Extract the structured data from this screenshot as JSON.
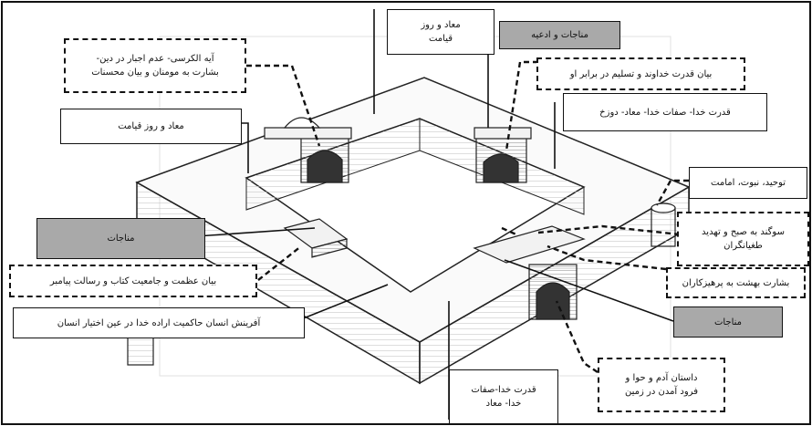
{
  "labels": {
    "maad_ruz_qiamat_top": "معاد و روز\nقیامت",
    "monajat_adiye": "مناجات و ادعیه",
    "ayat_kursi": "آیه الکرسی- عدم اجبار در دین-\nبشارت به مومنان و بیان محسنات",
    "qodrat_khodavand": "بیان قدرت خداوند و تسلیم در برابر او",
    "maad_ruz_qiamat_left": "معاد و روز قیامت",
    "qodrat_sefat_duzakh": "قدرت خدا- صفات خدا- معاد- دوزخ",
    "tohid_nabovat": "توحید، نبوت، امامت",
    "monajat_left": "مناجات",
    "sogand_sobh": "سوگند به صبح و تهدید\nطغیانگران",
    "azamat_jamiat": "بیان عظمت و جامعیت کتاب و رسالت پیامبر",
    "beshárat_behesht": "بشارت بهشت به پرهیزکاران",
    "afarinesh_ensan": "آفرینش انسان حاکمیت اراده خدا در عین اختیار انسان",
    "monajat_right": "مناجات",
    "dastan_adam": "داستان آدم و حوا و\nفرود آمدن در زمین",
    "qodrat_sefat_maad": "قدرت خدا-صفات\nخدا- معاد"
  }
}
